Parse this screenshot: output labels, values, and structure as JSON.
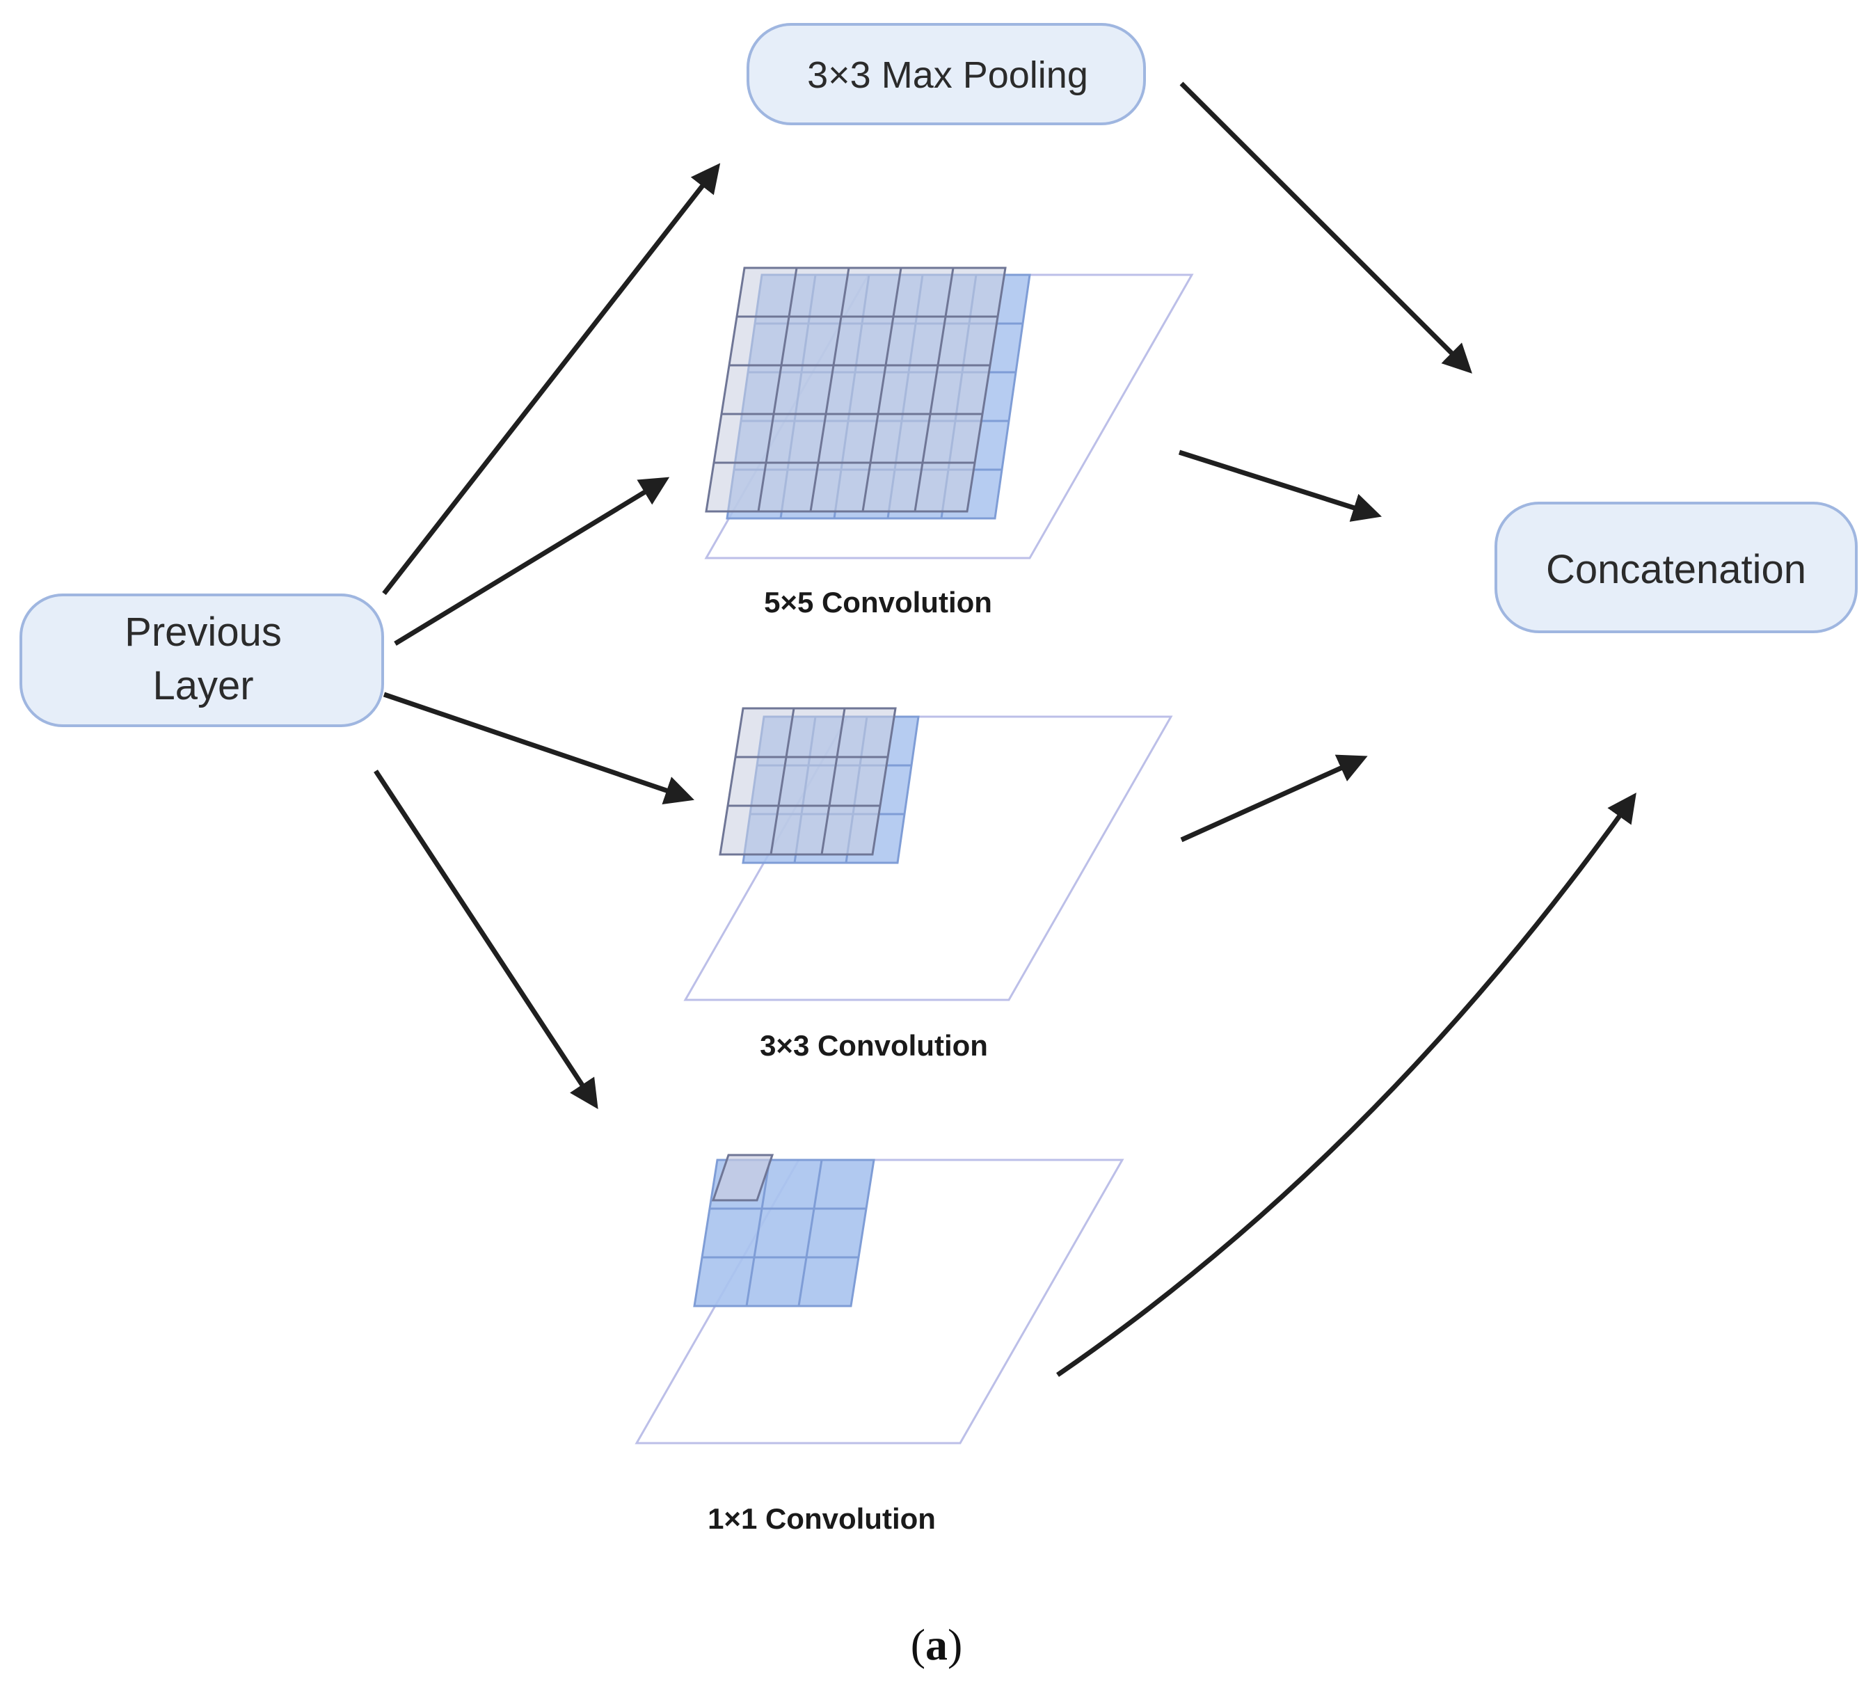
{
  "nodes": {
    "previous_layer": {
      "line1": "Previous",
      "line2": "Layer"
    },
    "max_pooling": {
      "label": "3×3 Max Pooling"
    },
    "concatenation": {
      "label": "Concatenation"
    }
  },
  "convolutions": {
    "conv5": {
      "label": "5×5 Convolution",
      "kernel": 5
    },
    "conv3": {
      "label": "3×3 Convolution",
      "kernel": 3
    },
    "conv1": {
      "label": "1×1 Convolution",
      "kernel": 1
    }
  },
  "caption": {
    "open": "(",
    "letter": "a",
    "close": ")"
  },
  "colors": {
    "node_fill": "#e6eef9",
    "node_stroke": "#9fb6e0",
    "grid_blue": "#a9c3ee",
    "grid_gray": "#c9cde0",
    "frame_stroke": "#bcbfe8",
    "arrow": "#1f1f1f"
  }
}
